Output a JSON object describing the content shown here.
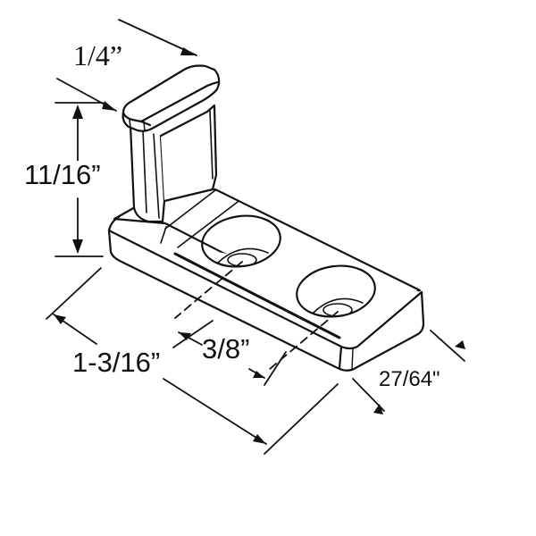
{
  "diagram": {
    "subject": "L-shaped bracket with upright post and two countersunk screw holes",
    "line_color": "#111111",
    "background": "#ffffff",
    "dimensions": {
      "post_thickness": "1/4”",
      "height": "11/16”",
      "length": "1-3/16”",
      "hole_spacing": "3/8”",
      "base_width": "27/64\""
    }
  }
}
